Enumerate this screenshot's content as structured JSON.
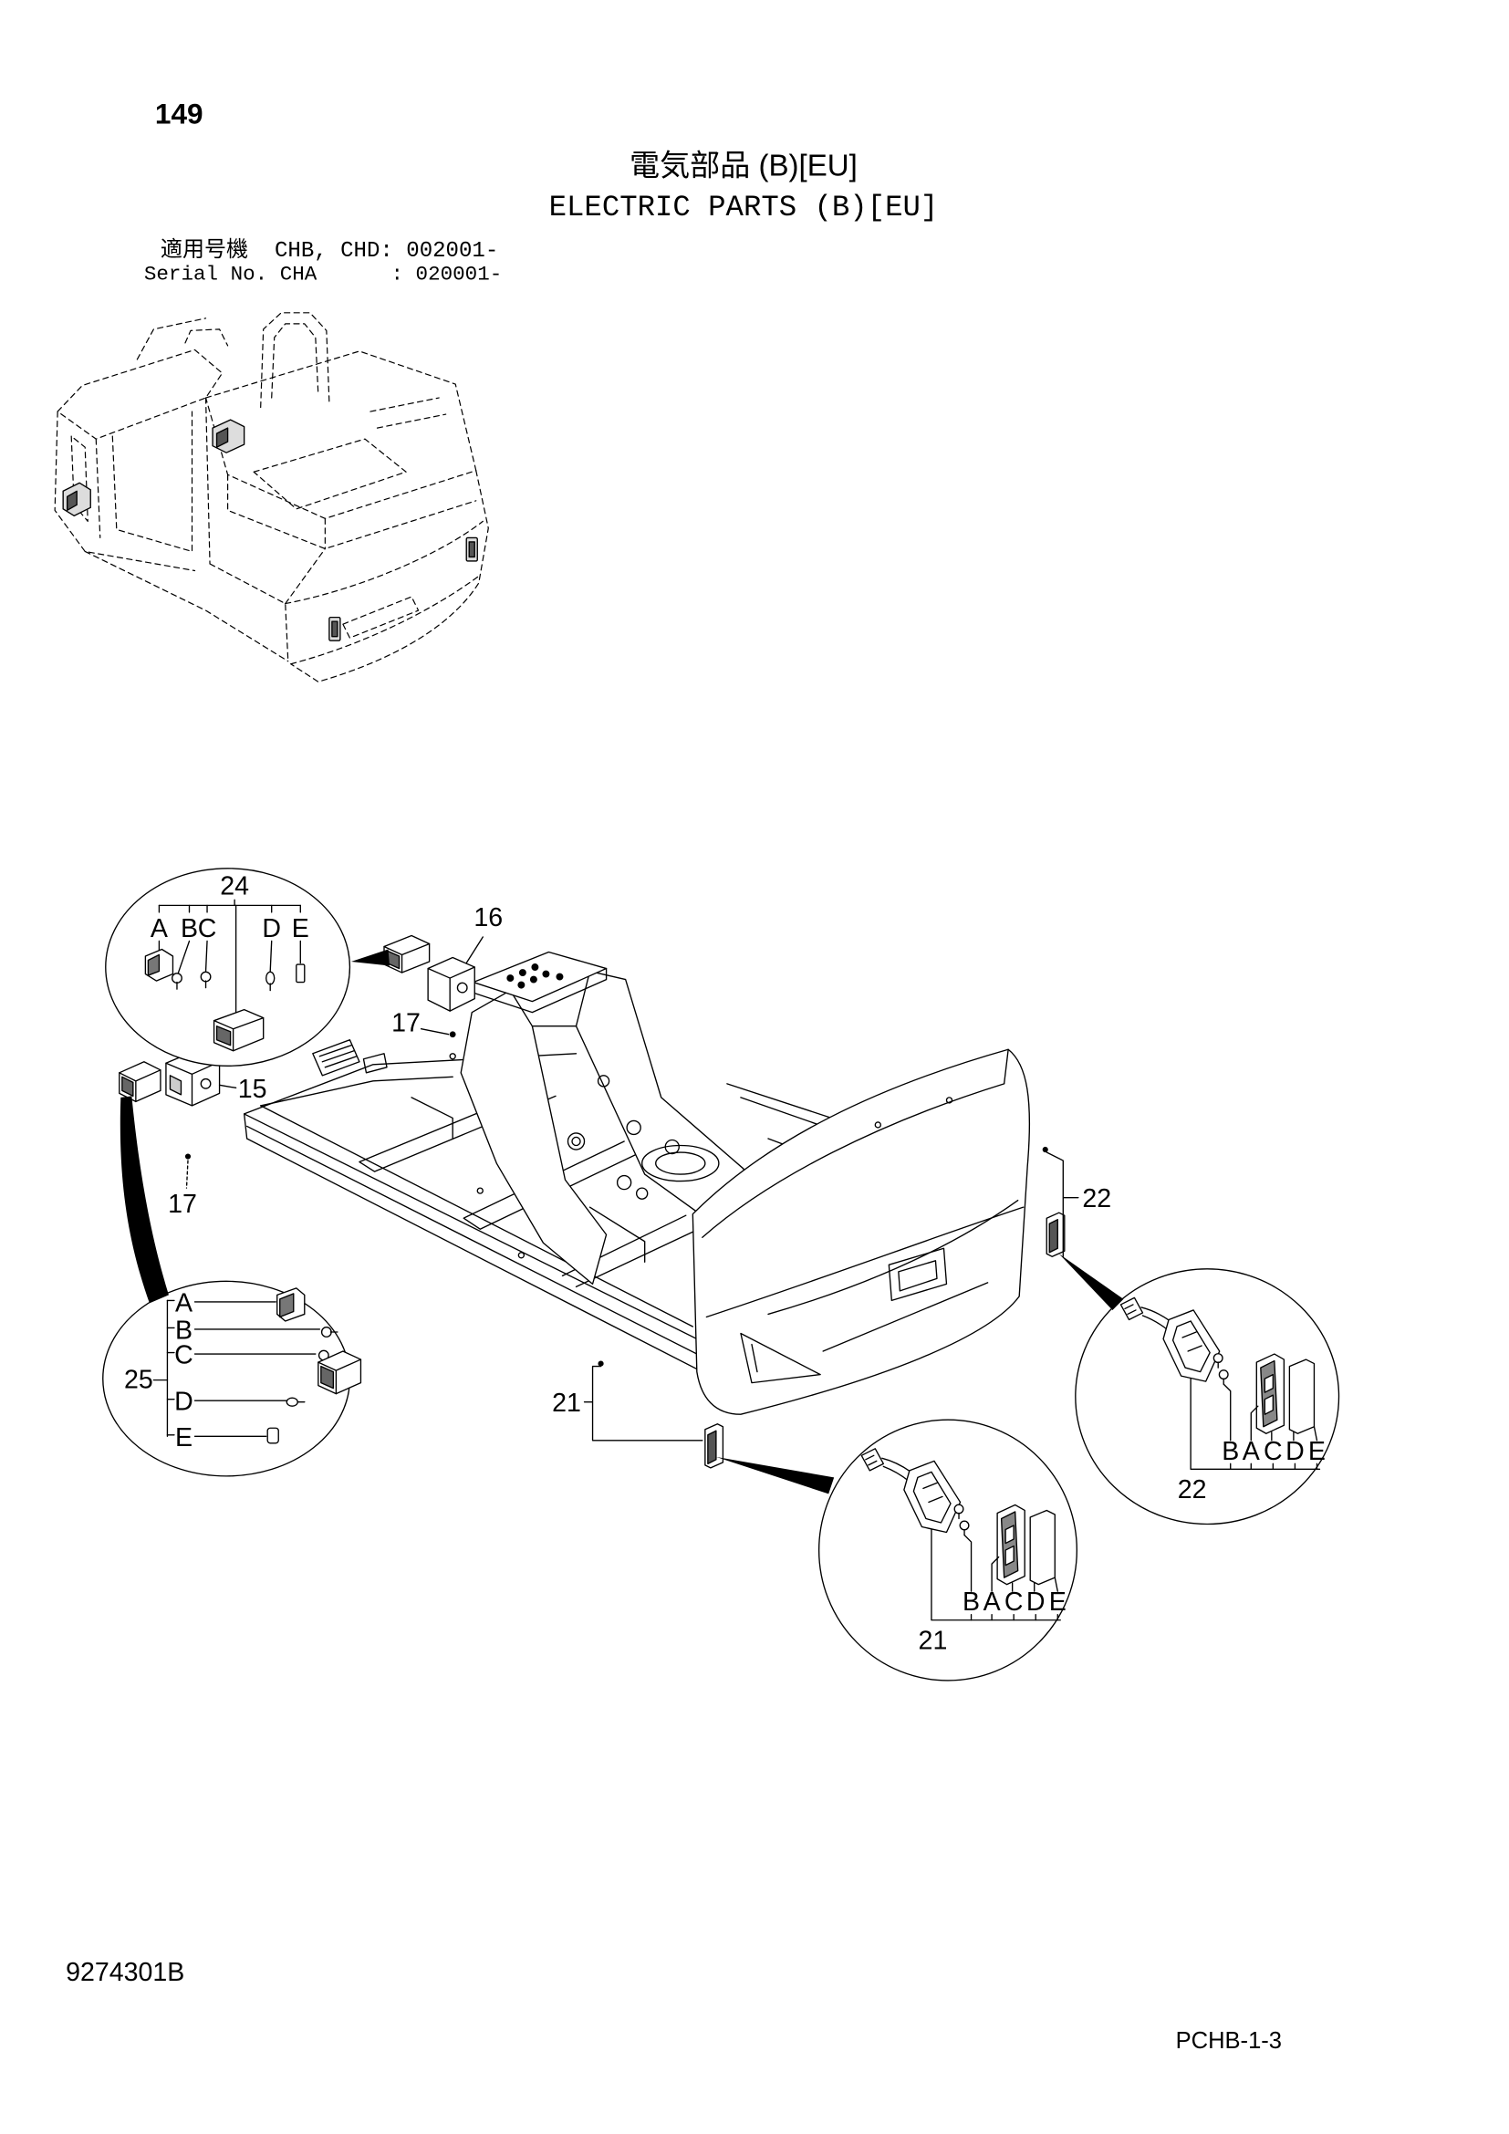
{
  "page": {
    "number": "149",
    "title_ja": "電気部品 (B)[EU]",
    "title_en": "ELECTRIC PARTS (B)[EU]",
    "applicability_ja": "適用号機  CHB, CHD: 002001-",
    "applicability_en": "Serial No. CHA      : 020001-",
    "drawing_number": "9274301B",
    "page_code": "PCHB-1-3"
  },
  "callouts": {
    "part_16": "16",
    "part_17_upper": "17",
    "part_15": "15",
    "part_17_lower": "17",
    "part_22": "22",
    "part_21": "21"
  },
  "details": {
    "lamp_24": {
      "ref": "24",
      "subparts": [
        "A",
        "B",
        "C",
        "D",
        "E"
      ]
    },
    "lamp_25": {
      "ref": "25",
      "subparts": [
        "A",
        "B",
        "C",
        "D",
        "E"
      ]
    },
    "lamp_22": {
      "ref": "22",
      "subparts": [
        "B",
        "A",
        "C",
        "D",
        "E"
      ]
    },
    "lamp_21": {
      "ref": "21",
      "subparts": [
        "B",
        "A",
        "C",
        "D",
        "E"
      ]
    }
  },
  "colors": {
    "ink": "#000000",
    "paper": "#ffffff",
    "lens_shade": "#888888"
  }
}
